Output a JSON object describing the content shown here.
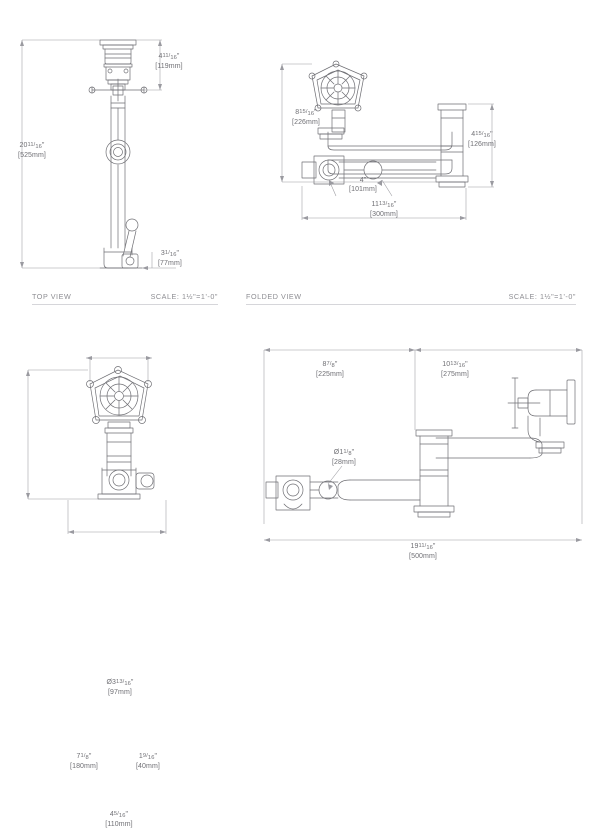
{
  "sheet": {
    "title": "Technical dimension drawing sheet",
    "line_color": "#6f6f74",
    "background": "#ffffff"
  },
  "views": [
    {
      "id": "top-view",
      "label": "TOP VIEW",
      "scale": "SCALE: 1½\"=1'-0\""
    },
    {
      "id": "folded-view",
      "label": "FOLDED VIEW",
      "scale": "SCALE: 1½\"=1'-0\""
    }
  ],
  "dimensions": {
    "top_left": [
      {
        "id": "tl-height-upper",
        "inch_whole": "4",
        "inch_num": "11",
        "inch_den": "16",
        "mm": "[119mm]"
      },
      {
        "id": "tl-height-overall",
        "inch_whole": "20",
        "inch_num": "11",
        "inch_den": "16",
        "mm": "[525mm]"
      },
      {
        "id": "tl-depth",
        "inch_whole": "3",
        "inch_num": "1",
        "inch_den": "16",
        "mm": "[77mm]"
      }
    ],
    "top_right": [
      {
        "id": "fv-height",
        "inch_whole": "8",
        "inch_num": "15",
        "inch_den": "16",
        "mm": "[226mm]"
      },
      {
        "id": "fv-right-height",
        "inch_whole": "4",
        "inch_num": "15",
        "inch_den": "16",
        "mm": "[126mm]"
      },
      {
        "id": "fv-inner",
        "inch_whole": "4",
        "inch_num": "",
        "inch_den": "",
        "mm": "[101mm]"
      },
      {
        "id": "fv-width",
        "inch_whole": "11",
        "inch_num": "13",
        "inch_den": "16",
        "mm": "[300mm]"
      }
    ],
    "bottom_left": [
      {
        "id": "bl-diameter",
        "prefix": "Ø",
        "inch_whole": "3",
        "inch_num": "13",
        "inch_den": "16",
        "mm": "[97mm]"
      },
      {
        "id": "bl-height",
        "inch_whole": "7",
        "inch_num": "1",
        "inch_den": "8",
        "mm": "[180mm]"
      },
      {
        "id": "bl-body-width",
        "inch_whole": "1",
        "inch_num": "9",
        "inch_den": "16",
        "mm": "[40mm]"
      },
      {
        "id": "bl-base-width",
        "inch_whole": "4",
        "inch_num": "5",
        "inch_den": "16",
        "mm": "[110mm]"
      }
    ],
    "bottom_right": [
      {
        "id": "br-left-reach",
        "inch_whole": "8",
        "inch_num": "7",
        "inch_den": "8",
        "mm": "[225mm]"
      },
      {
        "id": "br-right-reach",
        "inch_whole": "10",
        "inch_num": "13",
        "inch_den": "16",
        "mm": "[275mm]"
      },
      {
        "id": "br-tube-diameter",
        "prefix": "Ø",
        "inch_whole": "1",
        "inch_num": "1",
        "inch_den": "8",
        "mm": "[28mm]"
      },
      {
        "id": "br-total-reach",
        "inch_whole": "19",
        "inch_num": "11",
        "inch_den": "16",
        "mm": "[500mm]"
      }
    ]
  }
}
